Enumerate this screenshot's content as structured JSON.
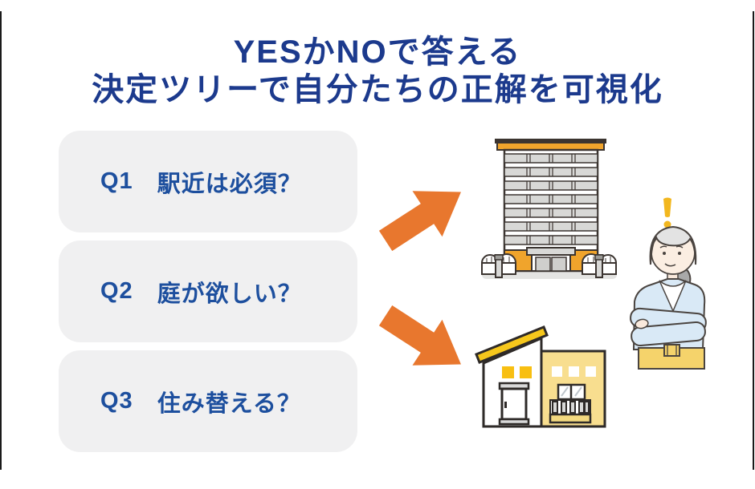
{
  "title": {
    "line1": "YESかNOで答える",
    "line2": "決定ツリーで自分たちの正解を可視化"
  },
  "questions": [
    {
      "id": "Q1",
      "label": "駅近は必須？"
    },
    {
      "id": "Q2",
      "label": "庭が欲しい？"
    },
    {
      "id": "Q3",
      "label": "住み替える？"
    }
  ],
  "icons": {
    "arrow_to_building": "arrow-up-right",
    "arrow_to_house": "arrow-down-right",
    "exclamation": "!",
    "building": "apartment-building",
    "house": "modern-house",
    "person": "woman-arms-crossed"
  },
  "colors": {
    "title_text": "#1c3a8d",
    "question_text": "#1d4f9e",
    "question_box_bg": "#f0f0f1",
    "arrow_orange": "#e8772e",
    "building_accent_orange": "#f0a42c",
    "house_roof_yellow": "#f6c71c",
    "house_wall_cream": "#f8de8f",
    "house_window_yellow": "#f8bf11",
    "woman_top_blue": "#d9e9f6",
    "woman_pants_yellow": "#f5d36b",
    "exclamation_yellow": "#f2b71f",
    "outline_dark": "#3b3430",
    "ground_gray": "#e4e4e2"
  }
}
